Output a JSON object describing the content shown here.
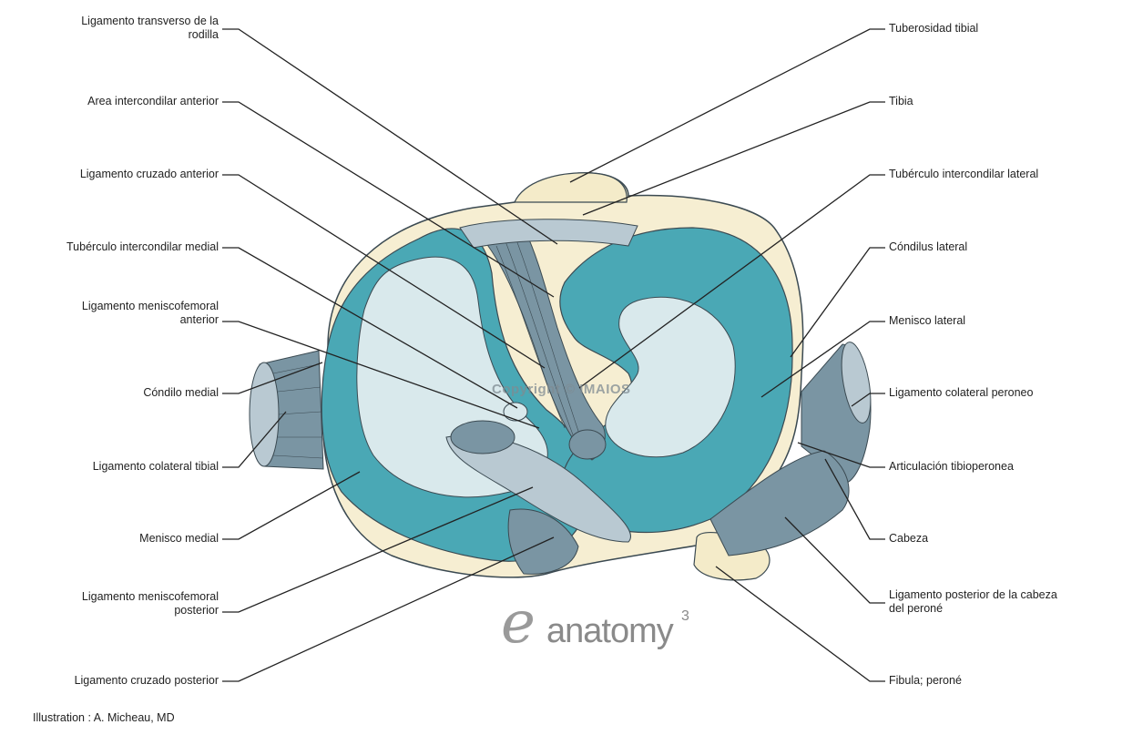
{
  "labels_left": [
    {
      "id": "lig-transverso",
      "lines": [
        "Ligamento transverso de la",
        "rodilla"
      ]
    },
    {
      "id": "area-intercondilar",
      "lines": [
        "Area intercondilar anterior"
      ]
    },
    {
      "id": "lig-cruzado-anterior",
      "lines": [
        "Ligamento cruzado anterior"
      ]
    },
    {
      "id": "tuberculo-medial",
      "lines": [
        "Tubérculo intercondilar medial"
      ]
    },
    {
      "id": "lig-meniscofemoral-anterior",
      "lines": [
        "Ligamento meniscofemoral",
        "anterior"
      ]
    },
    {
      "id": "condilo-medial",
      "lines": [
        "Cóndilo medial"
      ]
    },
    {
      "id": "lig-colateral-tibial",
      "lines": [
        "Ligamento colateral tibial"
      ]
    },
    {
      "id": "menisco-medial",
      "lines": [
        "Menisco medial"
      ]
    },
    {
      "id": "lig-meniscofemoral-posterior",
      "lines": [
        "Ligamento meniscofemoral",
        "posterior"
      ]
    },
    {
      "id": "lig-cruzado-posterior",
      "lines": [
        "Ligamento cruzado posterior"
      ]
    }
  ],
  "labels_right": [
    {
      "id": "tuberosidad",
      "lines": [
        "Tuberosidad tibial"
      ]
    },
    {
      "id": "tibia",
      "lines": [
        "Tibia"
      ]
    },
    {
      "id": "tuberculo-lateral",
      "lines": [
        "Tubérculo intercondilar lateral"
      ]
    },
    {
      "id": "condilus-lateral",
      "lines": [
        "Cóndilus lateral"
      ]
    },
    {
      "id": "menisco-lateral",
      "lines": [
        "Menisco lateral"
      ]
    },
    {
      "id": "lig-colateral-peroneo",
      "lines": [
        "Ligamento colateral peroneo"
      ]
    },
    {
      "id": "articulacion",
      "lines": [
        "Articulación tibioperonea"
      ]
    },
    {
      "id": "cabeza",
      "lines": [
        "Cabeza"
      ]
    },
    {
      "id": "lig-posterior-cabeza",
      "lines": [
        "Ligamento posterior de la cabeza",
        "del peroné"
      ]
    },
    {
      "id": "fibula",
      "lines": [
        "Fibula; peroné"
      ]
    }
  ],
  "credit": "Illustration : A. Micheau, MD",
  "watermark": "Copyright © IMAIOS",
  "logo": {
    "text": "anatomy",
    "superscript": "3"
  },
  "colors": {
    "meniscus": "#4aa8b5",
    "cartilage": "#d9e9ec",
    "bone": "#f6eed2",
    "ligament": "#7a95a3",
    "ligament_light": "#b9c9d2",
    "outline": "#3b4a52",
    "leader": "#222222"
  }
}
